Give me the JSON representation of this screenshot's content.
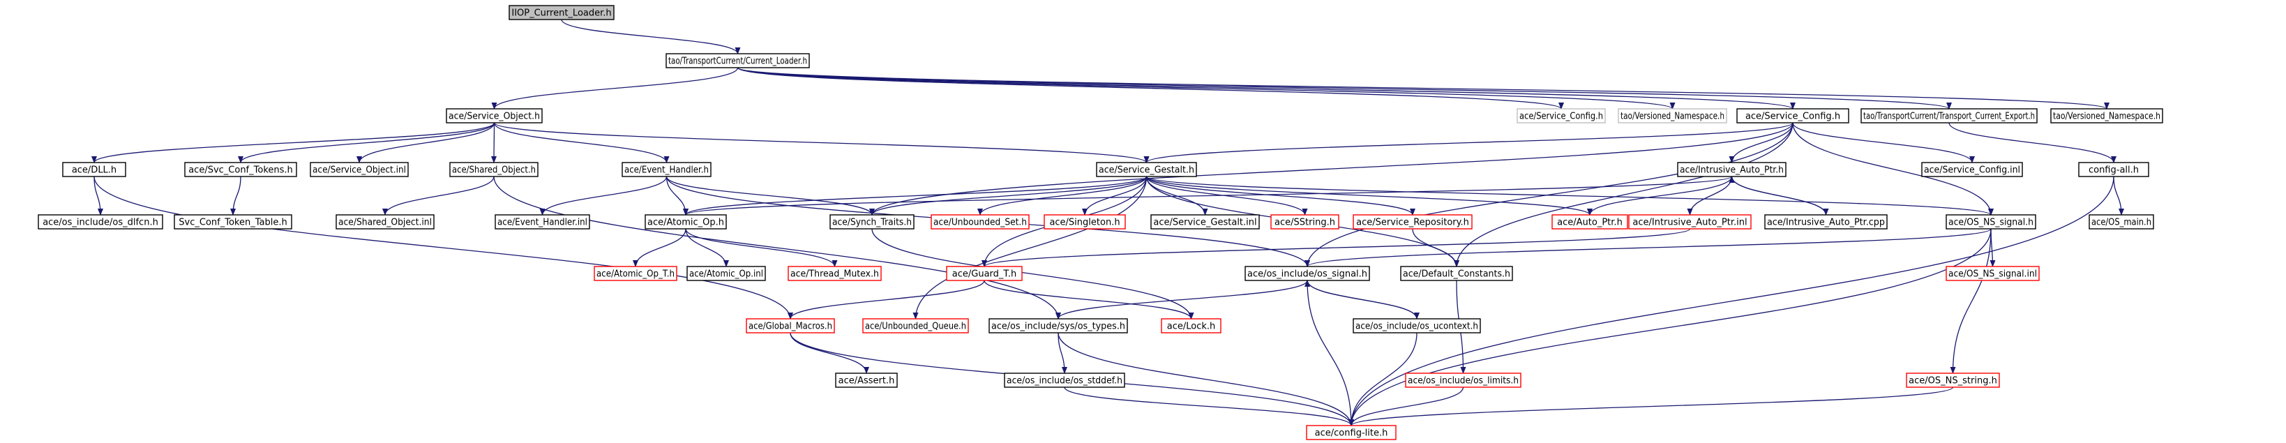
{
  "colors": {
    "root_fill": "#bfbfbf",
    "node_fill": "#ffffff",
    "normal_border": "#000000",
    "missing_border": "#ff0000",
    "external_border": "#bfbfbf",
    "edge": "#191970"
  },
  "nodes": [
    {
      "id": "root",
      "label": "IIOP_Current_Loader.h",
      "style": "root"
    },
    {
      "id": "tcl",
      "label": "tao/TransportCurrent/Current_Loader.h",
      "style": "normal"
    },
    {
      "id": "so",
      "label": "ace/Service_Object.h",
      "style": "normal"
    },
    {
      "id": "scfg_ext",
      "label": "ace/Service_Config.h",
      "style": "external"
    },
    {
      "id": "vns_ext",
      "label": "tao/Versioned_Namespace.h",
      "style": "external"
    },
    {
      "id": "scfg",
      "label": "ace/Service_Config.h",
      "style": "normal"
    },
    {
      "id": "tcexp",
      "label": "tao/TransportCurrent/Transport_Current_Export.h",
      "style": "normal"
    },
    {
      "id": "vns",
      "label": "tao/Versioned_Namespace.h",
      "style": "normal"
    },
    {
      "id": "dll",
      "label": "ace/DLL.h",
      "style": "normal"
    },
    {
      "id": "sct",
      "label": "ace/Svc_Conf_Tokens.h",
      "style": "normal"
    },
    {
      "id": "soi",
      "label": "ace/Service_Object.inl",
      "style": "normal"
    },
    {
      "id": "sho",
      "label": "ace/Shared_Object.h",
      "style": "normal"
    },
    {
      "id": "eh",
      "label": "ace/Event_Handler.h",
      "style": "normal"
    },
    {
      "id": "sg",
      "label": "ace/Service_Gestalt.h",
      "style": "normal"
    },
    {
      "id": "iap",
      "label": "ace/Intrusive_Auto_Ptr.h",
      "style": "normal"
    },
    {
      "id": "scfgi",
      "label": "ace/Service_Config.inl",
      "style": "normal"
    },
    {
      "id": "cfgall",
      "label": "config-all.h",
      "style": "normal"
    },
    {
      "id": "dlfcn",
      "label": "ace/os_include/os_dlfcn.h",
      "style": "normal"
    },
    {
      "id": "sctt",
      "label": "Svc_Conf_Token_Table.h",
      "style": "normal"
    },
    {
      "id": "shoi",
      "label": "ace/Shared_Object.inl",
      "style": "normal"
    },
    {
      "id": "ehi",
      "label": "ace/Event_Handler.inl",
      "style": "normal"
    },
    {
      "id": "aop",
      "label": "ace/Atomic_Op.h",
      "style": "normal"
    },
    {
      "id": "synch",
      "label": "ace/Synch_Traits.h",
      "style": "normal"
    },
    {
      "id": "unbset",
      "label": "ace/Unbounded_Set.h",
      "style": "missing"
    },
    {
      "id": "singleton",
      "label": "ace/Singleton.h",
      "style": "missing"
    },
    {
      "id": "sgi",
      "label": "ace/Service_Gestalt.inl",
      "style": "normal"
    },
    {
      "id": "sstring",
      "label": "ace/SString.h",
      "style": "missing"
    },
    {
      "id": "srepo",
      "label": "ace/Service_Repository.h",
      "style": "missing"
    },
    {
      "id": "autoptr",
      "label": "ace/Auto_Ptr.h",
      "style": "missing"
    },
    {
      "id": "iapinl",
      "label": "ace/Intrusive_Auto_Ptr.inl",
      "style": "missing"
    },
    {
      "id": "iapcpp",
      "label": "ace/Intrusive_Auto_Ptr.cpp",
      "style": "normal"
    },
    {
      "id": "nssig",
      "label": "ace/OS_NS_signal.h",
      "style": "normal"
    },
    {
      "id": "osmain",
      "label": "ace/OS_main.h",
      "style": "normal"
    },
    {
      "id": "aopt",
      "label": "ace/Atomic_Op_T.h",
      "style": "missing"
    },
    {
      "id": "aopi",
      "label": "ace/Atomic_Op.inl",
      "style": "normal"
    },
    {
      "id": "tmutex",
      "label": "ace/Thread_Mutex.h",
      "style": "missing"
    },
    {
      "id": "guard",
      "label": "ace/Guard_T.h",
      "style": "missing"
    },
    {
      "id": "ossig",
      "label": "ace/os_include/os_signal.h",
      "style": "normal"
    },
    {
      "id": "defc",
      "label": "ace/Default_Constants.h",
      "style": "normal"
    },
    {
      "id": "nssigi",
      "label": "ace/OS_NS_signal.inl",
      "style": "missing"
    },
    {
      "id": "gmac",
      "label": "ace/Global_Macros.h",
      "style": "missing"
    },
    {
      "id": "unbq",
      "label": "ace/Unbounded_Queue.h",
      "style": "missing"
    },
    {
      "id": "ostypes",
      "label": "ace/os_include/sys/os_types.h",
      "style": "normal"
    },
    {
      "id": "lock",
      "label": "ace/Lock.h",
      "style": "missing"
    },
    {
      "id": "ucontext",
      "label": "ace/os_include/os_ucontext.h",
      "style": "normal"
    },
    {
      "id": "assert",
      "label": "ace/Assert.h",
      "style": "normal"
    },
    {
      "id": "stddef",
      "label": "ace/os_include/os_stddef.h",
      "style": "normal"
    },
    {
      "id": "limits",
      "label": "ace/os_include/os_limits.h",
      "style": "missing"
    },
    {
      "id": "nsstring",
      "label": "ace/OS_NS_string.h",
      "style": "missing"
    },
    {
      "id": "cfglite",
      "label": "ace/config-lite.h",
      "style": "missing"
    }
  ],
  "edges": [
    [
      "root",
      "tcl"
    ],
    [
      "tcl",
      "so"
    ],
    [
      "tcl",
      "scfg_ext"
    ],
    [
      "tcl",
      "vns_ext"
    ],
    [
      "tcl",
      "scfg"
    ],
    [
      "tcl",
      "tcexp"
    ],
    [
      "tcl",
      "vns"
    ],
    [
      "so",
      "dll"
    ],
    [
      "so",
      "sct"
    ],
    [
      "so",
      "soi"
    ],
    [
      "so",
      "sho"
    ],
    [
      "so",
      "eh"
    ],
    [
      "so",
      "sg"
    ],
    [
      "scfg",
      "sg"
    ],
    [
      "scfg",
      "iap"
    ],
    [
      "scfg",
      "scfgi"
    ],
    [
      "scfg",
      "nssig"
    ],
    [
      "scfg",
      "synch"
    ],
    [
      "scfg",
      "defc"
    ],
    [
      "scfg",
      "ossig"
    ],
    [
      "tcexp",
      "cfgall"
    ],
    [
      "dll",
      "dlfcn"
    ],
    [
      "dll",
      "gmac"
    ],
    [
      "sct",
      "sctt"
    ],
    [
      "sho",
      "shoi"
    ],
    [
      "sho",
      "ostypes"
    ],
    [
      "eh",
      "ehi"
    ],
    [
      "eh",
      "aop"
    ],
    [
      "eh",
      "synch"
    ],
    [
      "eh",
      "ossig"
    ],
    [
      "sg",
      "aop"
    ],
    [
      "sg",
      "synch"
    ],
    [
      "sg",
      "unbset"
    ],
    [
      "sg",
      "singleton"
    ],
    [
      "sg",
      "sgi"
    ],
    [
      "sg",
      "sstring"
    ],
    [
      "sg",
      "srepo"
    ],
    [
      "sg",
      "autoptr"
    ],
    [
      "sg",
      "defc"
    ],
    [
      "sg",
      "unbq"
    ],
    [
      "sg",
      "nssig"
    ],
    [
      "sg",
      "guard"
    ],
    [
      "iap",
      "autoptr"
    ],
    [
      "iap",
      "iapinl"
    ],
    [
      "iap",
      "iapcpp"
    ],
    [
      "iap",
      "aop"
    ],
    [
      "iapcpp",
      "iap"
    ],
    [
      "cfgall",
      "osmain"
    ],
    [
      "cfgall",
      "cfglite"
    ],
    [
      "aop",
      "aopt"
    ],
    [
      "aop",
      "aopi"
    ],
    [
      "aop",
      "tmutex"
    ],
    [
      "synch",
      "lock"
    ],
    [
      "srepo",
      "defc"
    ],
    [
      "iapinl",
      "guard"
    ],
    [
      "nssig",
      "nssigi"
    ],
    [
      "nssig",
      "nsstring"
    ],
    [
      "nssig",
      "ossig"
    ],
    [
      "nssig",
      "cfglite"
    ],
    [
      "guard",
      "gmac"
    ],
    [
      "guard",
      "lock"
    ],
    [
      "ossig",
      "ostypes"
    ],
    [
      "ossig",
      "ucontext"
    ],
    [
      "ossig",
      "cfglite"
    ],
    [
      "ucontext",
      "ossig"
    ],
    [
      "ucontext",
      "cfglite"
    ],
    [
      "defc",
      "limits"
    ],
    [
      "gmac",
      "assert"
    ],
    [
      "gmac",
      "cfglite"
    ],
    [
      "ostypes",
      "stddef"
    ],
    [
      "ostypes",
      "cfglite"
    ],
    [
      "stddef",
      "cfglite"
    ],
    [
      "limits",
      "cfglite"
    ],
    [
      "nsstring",
      "cfglite"
    ]
  ]
}
